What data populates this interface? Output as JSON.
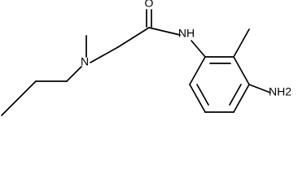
{
  "diagram": {
    "atoms": {
      "oxygen": "O",
      "amide_nitrogen": "NH",
      "amine_nitrogen": "N",
      "amino_group": "NH2"
    },
    "colors": {
      "bond": "#000000",
      "text": "#000000",
      "background": "#ffffff"
    }
  }
}
